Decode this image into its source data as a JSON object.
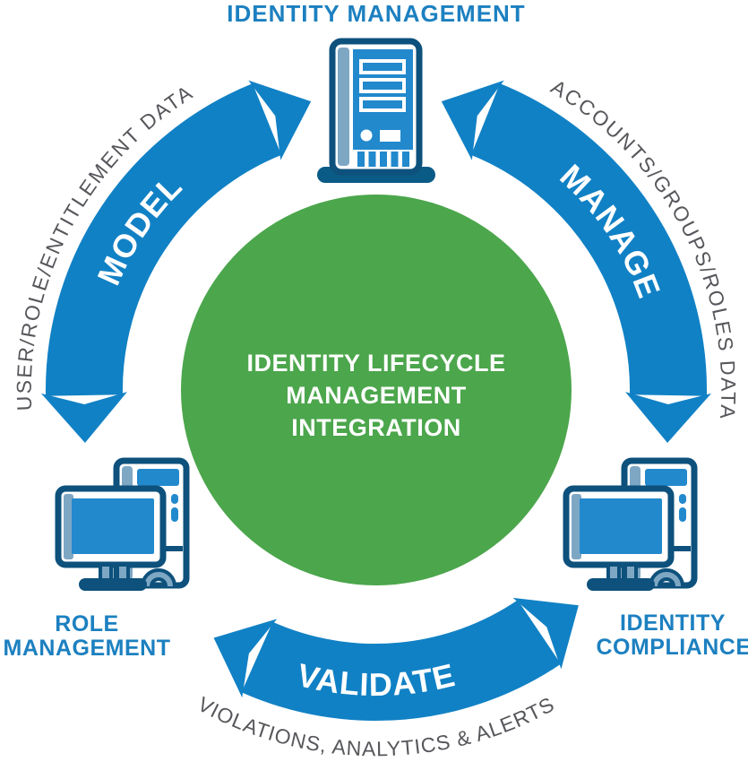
{
  "diagram_title": "IDENTITY MANAGEMENT",
  "center": {
    "line1": "IDENTITY LIFECYCLE",
    "line2": "MANAGEMENT",
    "line3": "INTEGRATION"
  },
  "nodes": {
    "top": {
      "label": "IDENTITY MANAGEMENT",
      "icon": "server-tower-icon"
    },
    "bottom_left": {
      "line1": "ROLE",
      "line2": "MANAGEMENT",
      "icon": "desktop-computer-icon"
    },
    "bottom_right": {
      "line1": "IDENTITY",
      "line2": "COMPLIANCE",
      "icon": "desktop-computer-icon"
    }
  },
  "arrows": {
    "model": {
      "label": "MODEL",
      "caption": "USER/ROLE/ENTITLEMENT DATA"
    },
    "manage": {
      "label": "MANAGE",
      "caption": "ACCOUNTS/GROUPS/ROLES DATA"
    },
    "validate": {
      "label": "VALIDATE",
      "caption": "VIOLATIONS, ANALYTICS & ALERTS"
    }
  },
  "colors": {
    "arrow_blue": "#1181C5",
    "center_green": "#4CA64C",
    "label_blue": "#1C80C0",
    "caption_gray": "#56575B",
    "icon_outline_navy": "#0D517C",
    "icon_bright_blue": "#2289CD",
    "icon_steel_blue": "#7EA7C4",
    "icon_base_teal": "#0B5B87",
    "arc_text_white": "#ffffff"
  }
}
